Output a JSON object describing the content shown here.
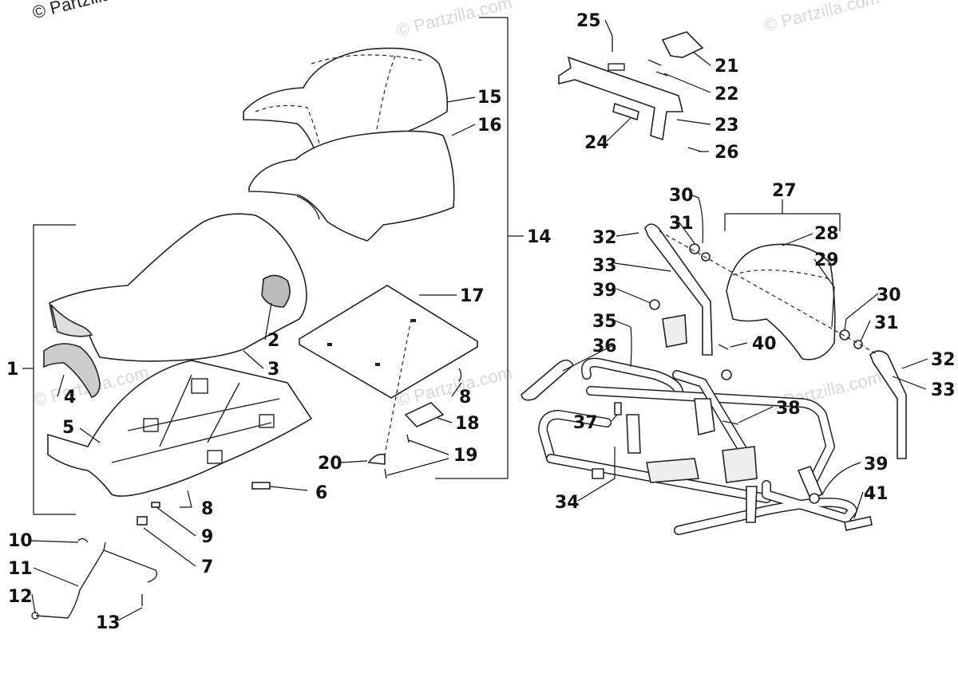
{
  "copyright": "© Partzilla.com",
  "watermark": "© Partzilla.com",
  "callouts": [
    "1",
    "2",
    "3",
    "4",
    "5",
    "6",
    "7",
    "8",
    "8",
    "9",
    "10",
    "11",
    "12",
    "13",
    "14",
    "15",
    "16",
    "17",
    "18",
    "19",
    "20",
    "21",
    "22",
    "23",
    "24",
    "25",
    "26",
    "27",
    "28",
    "29",
    "30",
    "30",
    "31",
    "31",
    "32",
    "32",
    "33",
    "33",
    "34",
    "35",
    "36",
    "37",
    "38",
    "39",
    "39",
    "40",
    "41"
  ]
}
